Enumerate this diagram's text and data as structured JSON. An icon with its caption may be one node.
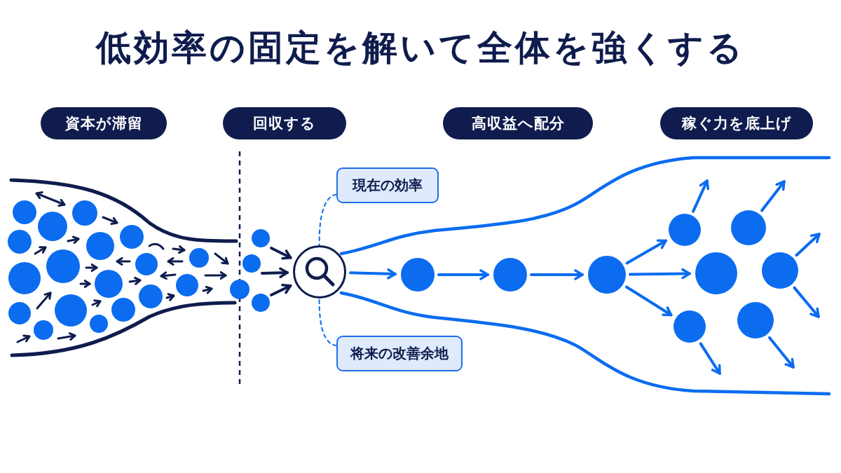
{
  "diagram": {
    "title": "低効率の固定を解いて全体を強くする",
    "nodes": [
      {
        "text": [
          "資本が滞留"
        ]
      },
      {
        "text": [
          "回収する"
        ]
      },
      {
        "text": [
          "高収益へ配分"
        ]
      },
      {
        "text": [
          "稼ぐ力を底上げ"
        ]
      },
      {
        "text": [
          "現在の効率"
        ]
      },
      {
        "text": [],
        "shape": "circle"
      },
      {
        "text": [
          "将来の改善余地"
        ]
      },
      {
        "text": [],
        "shape": "circle"
      },
      {
        "text": [],
        "shape": "circle"
      },
      {
        "text": [],
        "shape": "circle"
      },
      {
        "text": [],
        "shape": "circle"
      },
      {
        "text": [],
        "shape": "circle"
      },
      {
        "text": [],
        "shape": "circle"
      },
      {
        "text": [],
        "shape": "circle"
      },
      {
        "text": [],
        "shape": "circle"
      },
      {
        "text": [],
        "shape": "circle"
      }
    ],
    "edges": [
      {
        "from": 4,
        "to": 5,
        "arrow": "none",
        "style": "dashed"
      },
      {
        "from": 6,
        "to": 5,
        "arrow": "none",
        "style": "dashed"
      },
      {
        "from": null,
        "to": 5,
        "arrow": "to",
        "color": "#0f1c4d"
      },
      {
        "from": null,
        "to": 5,
        "arrow": "to",
        "color": "#0f1c4d"
      },
      {
        "from": null,
        "to": 5,
        "arrow": "to",
        "color": "#0f1c4d"
      },
      {
        "from": 5,
        "to": 7,
        "arrow": "to"
      },
      {
        "from": 7,
        "to": 8,
        "arrow": "to"
      },
      {
        "from": 8,
        "to": 9,
        "arrow": "to"
      },
      {
        "from": 9,
        "to": 10,
        "arrow": "to"
      },
      {
        "from": 9,
        "to": 12,
        "arrow": "to"
      },
      {
        "from": 9,
        "to": 14,
        "arrow": "to"
      },
      {
        "from": 10,
        "to": null,
        "arrow": "to"
      },
      {
        "from": 11,
        "to": null,
        "arrow": "to"
      },
      {
        "from": 13,
        "to": null,
        "arrow": "to"
      },
      {
        "from": 13,
        "to": null,
        "arrow": "to"
      },
      {
        "from": 14,
        "to": null,
        "arrow": "to"
      },
      {
        "from": 15,
        "to": null,
        "arrow": "to"
      }
    ]
  }
}
